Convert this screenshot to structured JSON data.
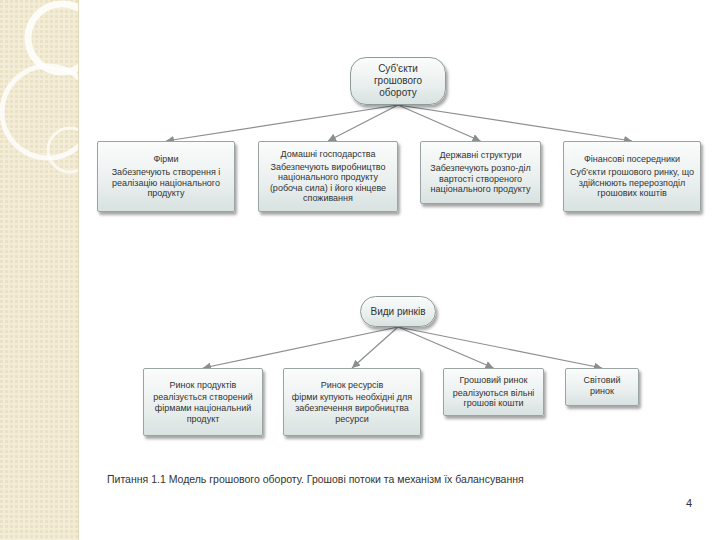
{
  "diagram": {
    "caption": "Питання 1.1 Модель грошового обороту. Грошові потоки та механізм їх балансування",
    "nodes": [
      {
        "text": [
          "Суб'єкти грошового обороту"
        ]
      },
      {
        "text": [
          "Фірми",
          "Забезпечують створення і реалізацію національного продукту"
        ]
      },
      {
        "text": [
          "Домашні господарства",
          "Забезпечують виробництво національного продукту (робоча сила) і його кінцеве споживання"
        ]
      },
      {
        "text": [
          "Державні структури",
          "Забезпечують розпо-діл вартості створеного національного продукту"
        ]
      },
      {
        "text": [
          "Фінансові посередники",
          "Суб'єкти грошового ринку, що здійснюють перерозподіл грошових коштів"
        ]
      },
      {
        "text": [
          "Види ринків"
        ]
      },
      {
        "text": [
          "Ринок продуктів",
          "реалізується створений фірмами національний продукт"
        ]
      },
      {
        "text": [
          "Ринок ресурсів",
          "фірми купують необхідні для забезпечення виробництва ресурси"
        ]
      },
      {
        "text": [
          "Грошовий ринок",
          "реалізуються вільні грошові кошти"
        ]
      },
      {
        "text": [
          "Світовий ринок"
        ]
      }
    ],
    "edges": [
      {
        "from": 0,
        "to": 1,
        "arrow": "to"
      },
      {
        "from": 0,
        "to": 2,
        "arrow": "to"
      },
      {
        "from": 0,
        "to": 3,
        "arrow": "to"
      },
      {
        "from": 0,
        "to": 4,
        "arrow": "to"
      },
      {
        "from": 5,
        "to": 6,
        "arrow": "to"
      },
      {
        "from": 5,
        "to": 7,
        "arrow": "to"
      },
      {
        "from": 5,
        "to": 8,
        "arrow": "to"
      },
      {
        "from": 5,
        "to": 9,
        "arrow": "to"
      }
    ],
    "labels": [
      "4"
    ]
  }
}
